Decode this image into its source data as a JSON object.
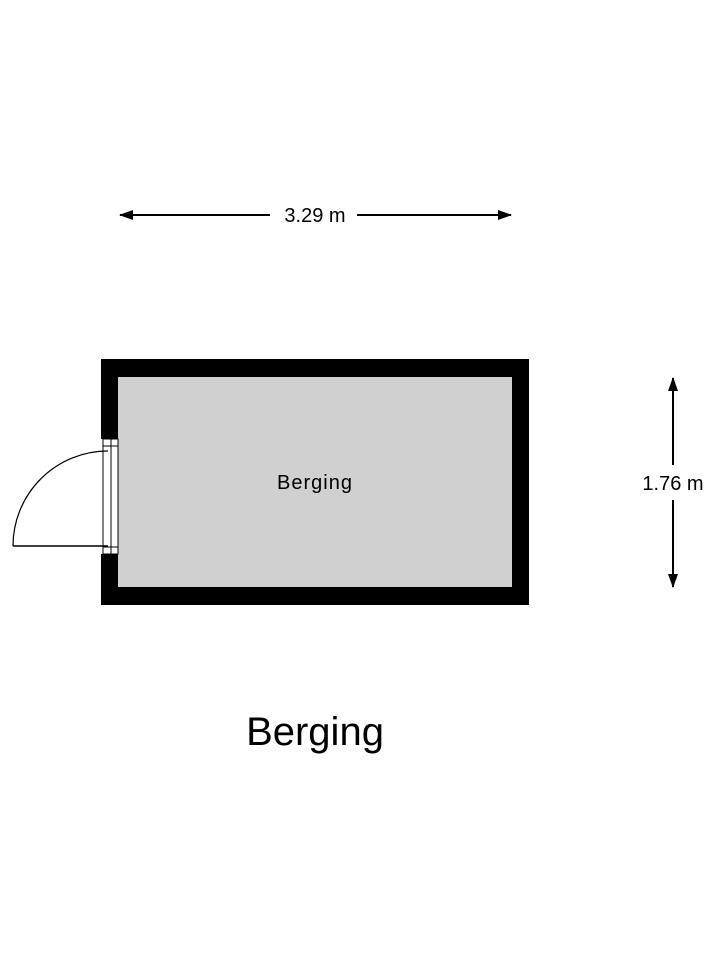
{
  "plan": {
    "title": "Berging",
    "room_label": "Berging",
    "dimensions": {
      "width": "3.29 m",
      "height": "1.76 m"
    },
    "colors": {
      "wall": "#000000",
      "floor": "#d0d0d0",
      "background": "#ffffff"
    }
  }
}
